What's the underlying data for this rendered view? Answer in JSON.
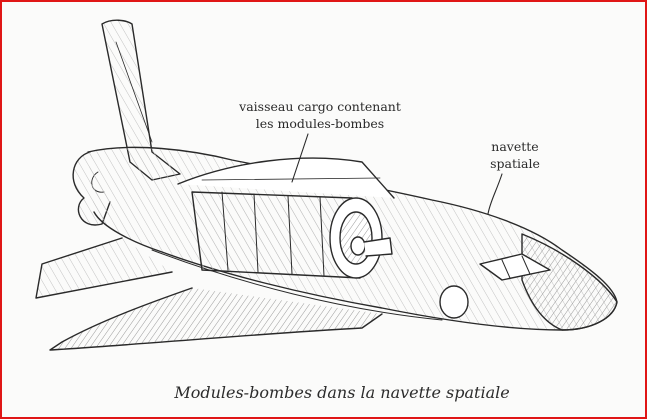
{
  "labels": {
    "cargo_line1": "vaisseau cargo contenant",
    "cargo_line2": "les modules-bombes",
    "shuttle_line1": "navette",
    "shuttle_line2": "spatiale"
  },
  "caption": "Modules-bombes dans la navette spatiale",
  "colors": {
    "frame_border": "#e01616",
    "ink": "#2a2a2a",
    "paper": "#fbfbfa"
  }
}
